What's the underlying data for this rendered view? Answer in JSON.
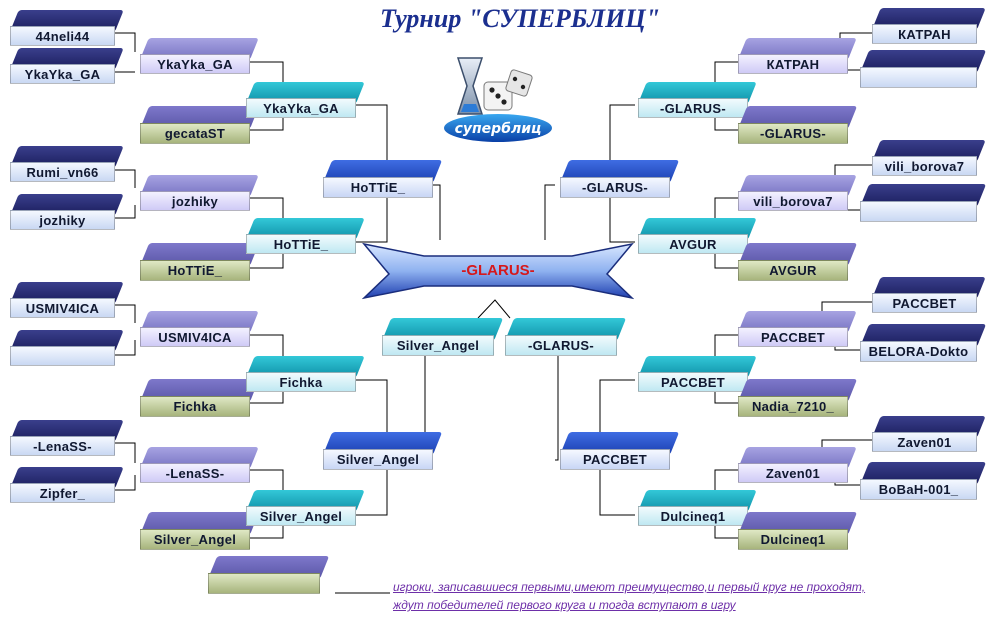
{
  "title": "Турнир \"СУПЕРБЛИЦ\"",
  "logo_text": "суперблиц",
  "winner": "-GLARUS-",
  "note": {
    "line1": "игроки, записавшиеся первыми,имеют преимущество,и первый круг не проходят,",
    "line2": "ждут победителей первого круга и тогда вступают в игру"
  },
  "left": {
    "r1": [
      "44neli44",
      "YkaYka_GA",
      "Rumi_vn66",
      "jozhiky",
      "USMIV4ICA",
      "",
      "-LenaSS-",
      "Zipfer_"
    ],
    "r2": [
      "YkaYka_GA",
      "gecataST",
      "jozhiky",
      "HoTTiE_",
      "USMIV4ICA",
      "Fichka",
      "-LenaSS-",
      "Silver_Angel",
      ""
    ],
    "r3": [
      "YkaYka_GA",
      "HoTTiE_",
      "Fichka",
      "Silver_Angel"
    ],
    "r4": [
      "HoTTiE_",
      "Silver_Angel"
    ],
    "semi": "Silver_Angel"
  },
  "right": {
    "r1": [
      "КАТРАН",
      "",
      "vili_borova7",
      "",
      "PACCBET",
      "BELORA-Dokto",
      "Zaven01",
      "BoBaH-001_"
    ],
    "r2": [
      "КАТРАН",
      "-GLARUS-",
      "vili_borova7",
      "AVGUR",
      "PACCBET",
      "Nadia_7210_",
      "Zaven01",
      "Dulcineq1"
    ],
    "r3": [
      "-GLARUS-",
      "AVGUR",
      "PACCBET",
      "Dulcineq1"
    ],
    "r4": [
      "-GLARUS-",
      "PACCBET"
    ],
    "semi": "-GLARUS-"
  },
  "colors": {
    "title": "#1b2f8f",
    "winner_text": "#d6181b",
    "note_text": "#6d2fa8",
    "lines": "#000000"
  }
}
